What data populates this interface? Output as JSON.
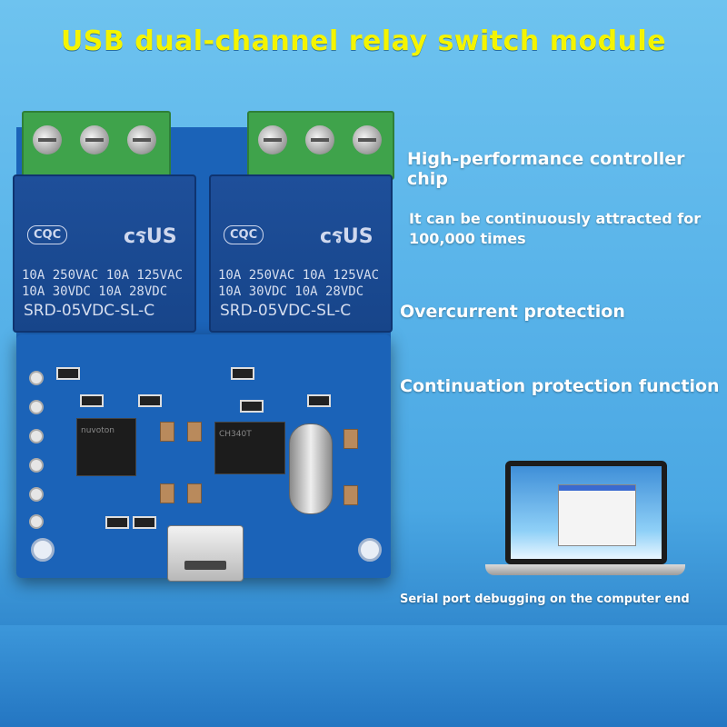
{
  "title": "USB dual-channel relay switch module",
  "features": [
    "High-performance controller chip",
    "It can be continuously attracted for",
    "100,000 times",
    "Overcurrent protection",
    "Continuation protection function"
  ],
  "caption": "Serial port debugging on the computer end",
  "relay": {
    "cert": "CQC",
    "ul": "cรUS",
    "spec_line1": "10A 250VAC 10A 125VAC",
    "spec_line2": "10A  30VDC 10A  28VDC",
    "model": "SRD-05VDC-SL-C"
  },
  "chips": {
    "controller": "nuvoton",
    "usb_serial": "CH340T"
  },
  "colors": {
    "title": "#f4f400",
    "pcb": "#1b63b8",
    "terminal": "#3fa34b",
    "relay": "#1e4f9a"
  }
}
